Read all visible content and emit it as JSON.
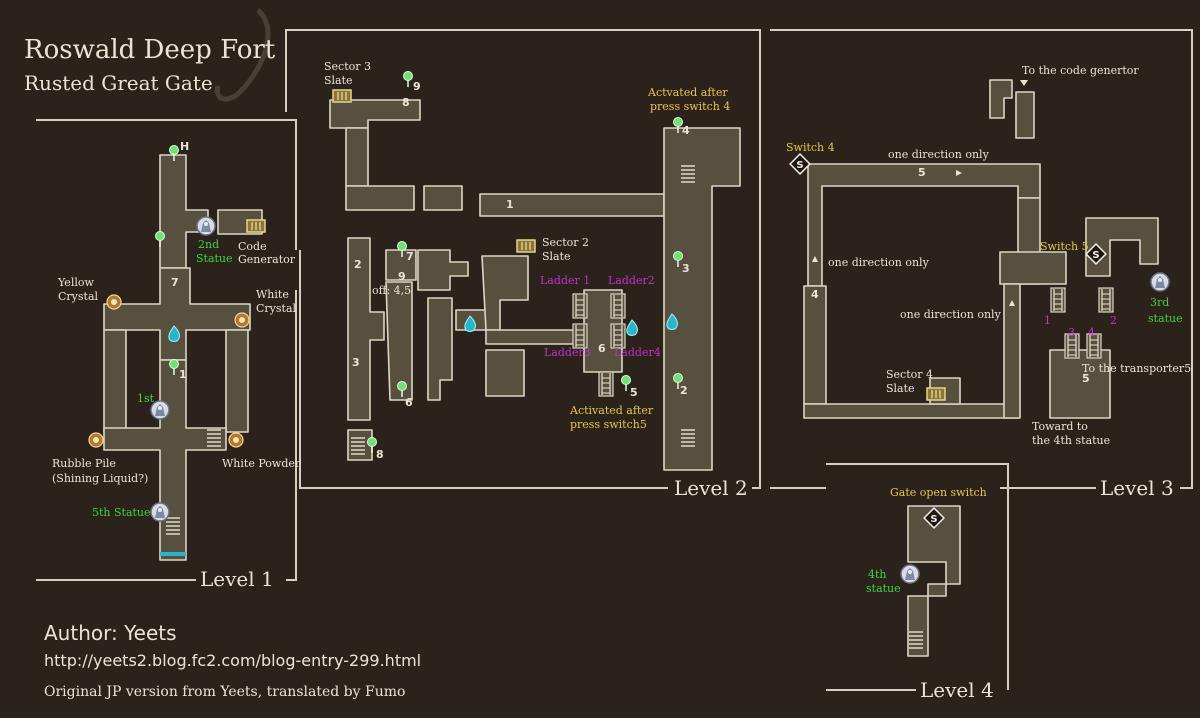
{
  "title": {
    "main": "Roswald Deep Fort",
    "sub": "Rusted Great Gate"
  },
  "credits": {
    "author": "Author: Yeets",
    "url": "http://yeets2.blog.fc2.com/blog-entry-299.html",
    "translation": "Original JP version from Yeets, translated by Fumo"
  },
  "levels": {
    "l1": {
      "title": "Level   1",
      "labels": {
        "yellow_crystal": [
          "Yellow",
          "Crystal"
        ],
        "white_crystal": [
          "White",
          "Crystal"
        ],
        "second_statue": [
          "2nd",
          "Statue"
        ],
        "code_generator": [
          "Code",
          "Generator"
        ],
        "first_statue": "1st",
        "rubble_pile": [
          "Rubble Pile",
          "(Shining Liquid?)"
        ],
        "white_powder": "White Powder",
        "fifth_statue": "5th Statue"
      },
      "markers": {
        "h": "H",
        "n7": "7",
        "n1": "1"
      }
    },
    "l2": {
      "title": "Level 2",
      "labels": {
        "sector3": [
          "Sector 3",
          "Slate"
        ],
        "activated4": [
          "Actvated after",
          "press switch 4"
        ],
        "sector2": [
          "Sector 2",
          "Slate"
        ],
        "ladder1": "Ladder 1",
        "ladder2": "Ladder2",
        "ladder3": "Ladder3",
        "ladder4": "Ladder4",
        "off": "off: 4,5",
        "activated5": [
          "Activated after",
          "press switch5"
        ]
      },
      "markers": {
        "n9": "9",
        "n8a": "8",
        "n1": "1",
        "n4": "4",
        "n2": "2",
        "n7": "7",
        "n9b": "9",
        "n3a": "3",
        "n6": "6",
        "n3b": "3",
        "n5": "5",
        "n2b": "2",
        "n6b": "6",
        "n8b": "8"
      }
    },
    "l3": {
      "title": "Level 3",
      "labels": {
        "code_gen": "To the code genertor",
        "switch4": "Switch 4",
        "one_dir_top": "one direction only",
        "one_dir_left": "one direction only",
        "one_dir_mid": "one direction only",
        "switch5": "Switch 5",
        "third_statue": [
          "3rd",
          "statue"
        ],
        "sector4": [
          "Sector 4",
          "Slate"
        ],
        "transporter": "To the transporter5",
        "toward4th": [
          "Toward to",
          "the 4th statue"
        ],
        "lad1": "1",
        "lad2": "2",
        "lad3": "3",
        "lad4": "4"
      },
      "markers": {
        "s": "S",
        "n5": "5",
        "n4": "4",
        "n5b": "5"
      }
    },
    "l4": {
      "title": "Level 4",
      "labels": {
        "gate_switch": "Gate open switch",
        "fourth_statue": [
          "4th",
          "statue"
        ]
      },
      "markers": {
        "s": "S"
      }
    }
  },
  "colors": {
    "background": "#2b231b",
    "corridor": "#57503f",
    "outline": "#ddd6c3",
    "green_label": "#3fd23f",
    "yellow_label": "#e8c64a",
    "magenta_label": "#c52fcc",
    "crystal": "#2ab6c9",
    "text": "#ece4d2"
  },
  "icons": [
    "map-pin-icon",
    "statue-icon",
    "slate-icon",
    "crystal-icon",
    "blue-flame-icon",
    "switch-icon",
    "ladder-icon",
    "stairs-icon",
    "arrow-icon"
  ]
}
